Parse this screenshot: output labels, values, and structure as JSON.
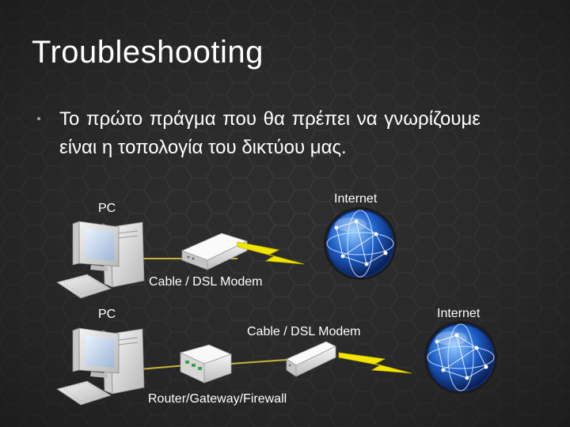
{
  "slide": {
    "title": "Troubleshooting",
    "bullet": "Το πρώτο πράγμα που θα πρέπει να γνωρίζουμε είναι η τοπολογία του δικτύου μας."
  },
  "diagram_top": {
    "pc_label": "PC",
    "internet_label": "Internet",
    "modem_label": "Cable / DSL Modem"
  },
  "diagram_bottom": {
    "pc_label": "PC",
    "internet_label": "Internet",
    "modem_label": "Cable / DSL Modem",
    "router_label": "Router/Gateway/Firewall"
  },
  "colors": {
    "background": "#2e2e2e",
    "cable": "#c9b23a",
    "lightning": "#f2e600",
    "globe": "#1e5fc8"
  },
  "icons": [
    "computer-icon",
    "modem-icon",
    "router-icon",
    "lightning-icon",
    "globe-icon"
  ]
}
